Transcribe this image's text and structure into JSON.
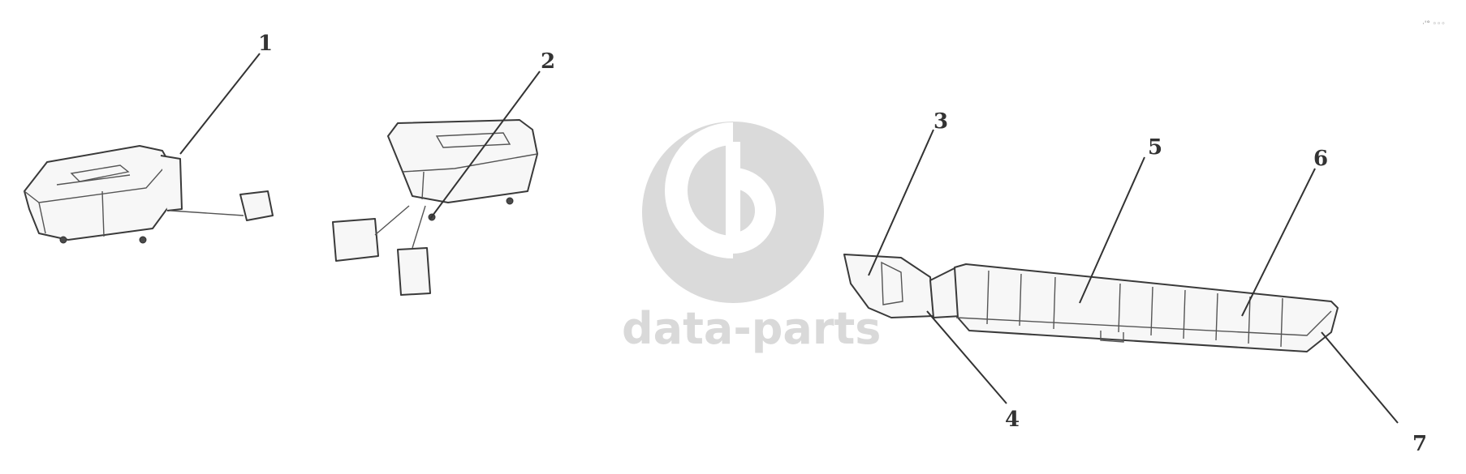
{
  "watermark": {
    "text": "data-parts"
  },
  "callouts": [
    {
      "id": "1",
      "label": "1"
    },
    {
      "id": "2",
      "label": "2"
    },
    {
      "id": "3",
      "label": "3"
    },
    {
      "id": "4",
      "label": "4"
    },
    {
      "id": "5",
      "label": "5"
    },
    {
      "id": "6",
      "label": "6"
    },
    {
      "id": "7",
      "label": "7"
    }
  ],
  "corner_mark": {
    "text": "·'° ◦◦◦"
  }
}
